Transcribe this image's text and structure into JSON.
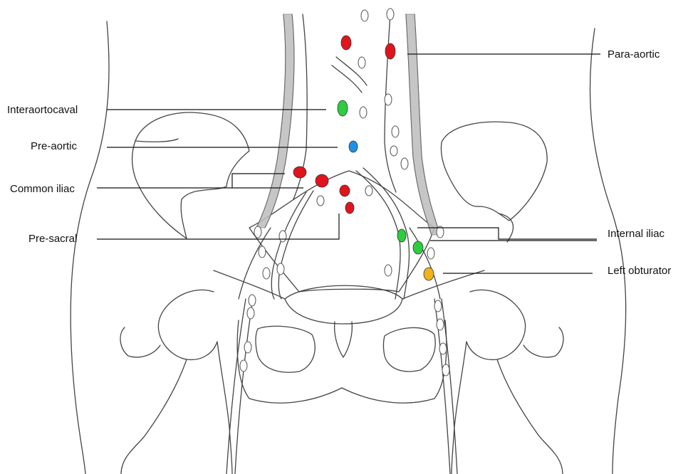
{
  "labels": {
    "para_aortic": "Para-aortic",
    "interaortocaval": "Interaortocaval",
    "pre_aortic": "Pre-aortic",
    "common_iliac": "Common iliac",
    "pre_sacral": "Pre-sacral",
    "internal_iliac": "Internal iliac",
    "left_obturator": "Left obturator"
  },
  "colors": {
    "para_aortic": "#e0141c",
    "interaortocaval": "#2ecc40",
    "pre_aortic": "#1e90e8",
    "common_iliac": "#e0141c",
    "pre_sacral": "#e0141c",
    "internal_iliac": "#2ecc40",
    "left_obturator": "#f2b21c",
    "normal_node": "#ffffff"
  }
}
